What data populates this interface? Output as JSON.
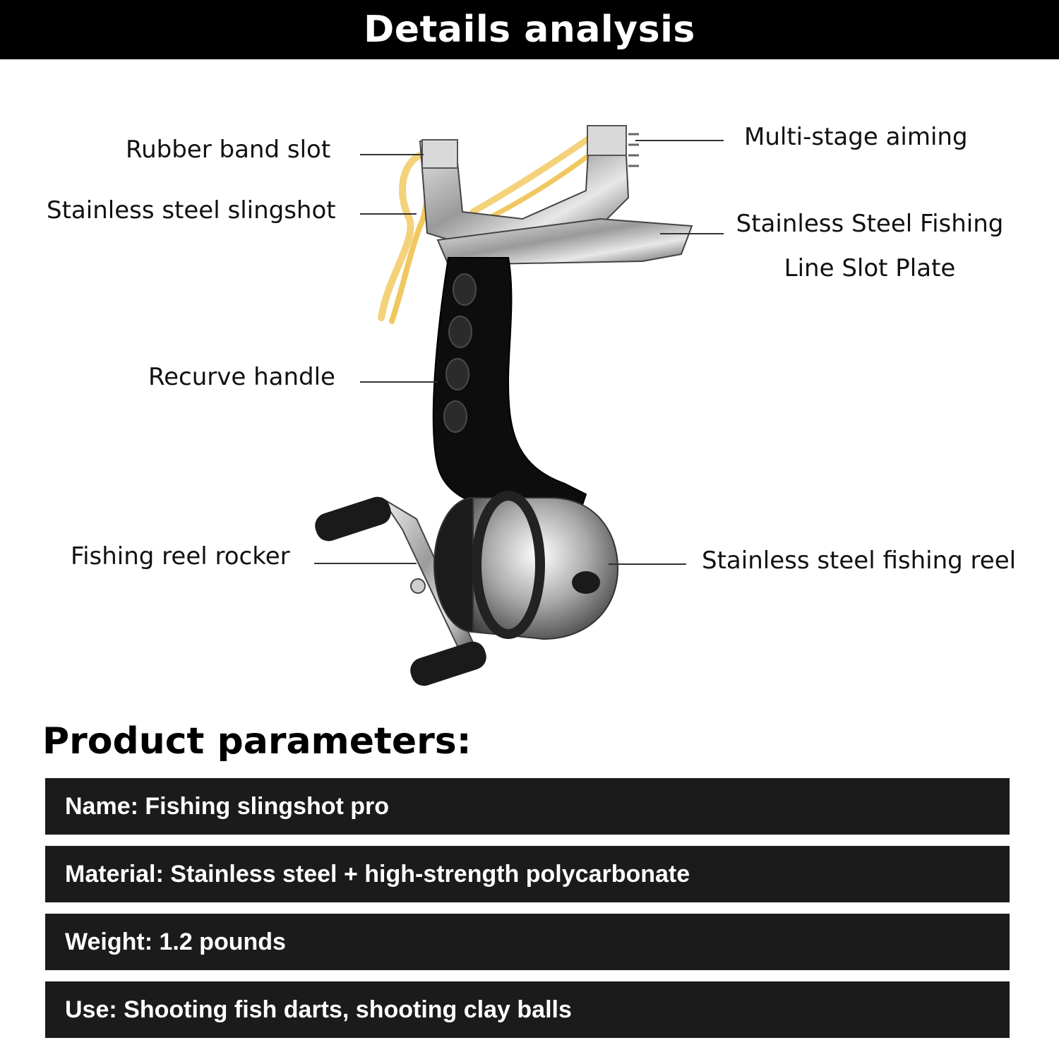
{
  "header": {
    "title": "Details analysis"
  },
  "callouts": {
    "rubber_band_slot": "Rubber band slot",
    "stainless_steel_slingshot": "Stainless steel slingshot",
    "multi_stage_aiming": "Multi-stage aiming",
    "fishing_line_slot_plate_line1": "Stainless Steel Fishing",
    "fishing_line_slot_plate_line2": "Line Slot Plate",
    "recurve_handle": "Recurve handle",
    "fishing_reel_rocker": "Fishing reel rocker",
    "stainless_steel_fishing_reel": "Stainless steel fishing reel"
  },
  "parameters": {
    "title": "Product parameters:",
    "rows": [
      "Name: Fishing slingshot pro",
      "Material: Stainless steel + high-strength polycarbonate",
      "Weight: 1.2 pounds",
      "Use: Shooting fish darts, shooting clay balls"
    ]
  }
}
